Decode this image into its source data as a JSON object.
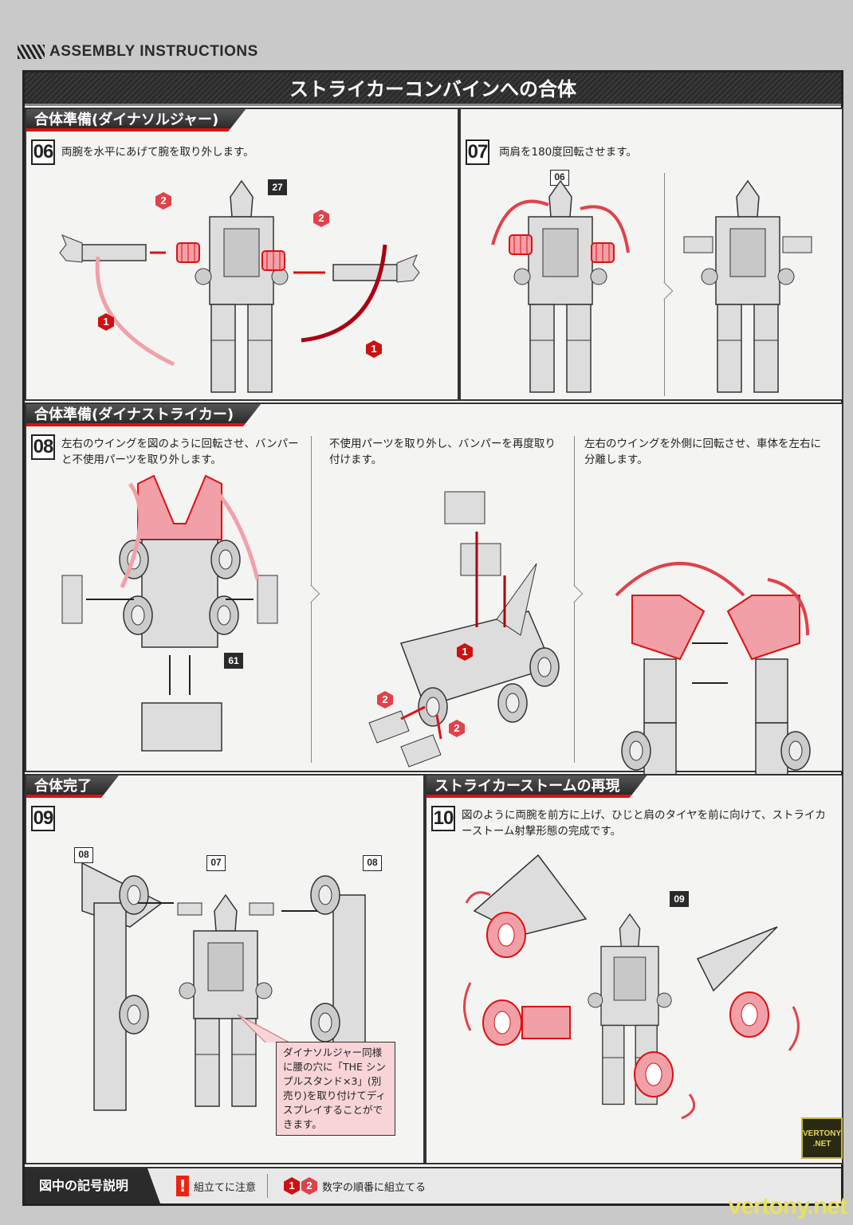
{
  "header": {
    "brand": "ASSEMBLY INSTRUCTIONS",
    "title": "ストライカーコンバインへの合体"
  },
  "sections": [
    {
      "title": "合体準備(ダイナソルジャー)"
    },
    {
      "title": "合体準備(ダイナストライカー)"
    },
    {
      "title": "合体完了"
    },
    {
      "title": "ストライカーストームの再現"
    }
  ],
  "steps": {
    "s06": {
      "no": "06",
      "text": "両腕を水平にあげて腕を取り外します。",
      "parts": [
        "27"
      ]
    },
    "s07": {
      "no": "07",
      "text": "両肩を180度回転させます。",
      "parts": [
        "06"
      ]
    },
    "s08": {
      "no": "08",
      "text_a": "左右のウイングを図のように回転させ、バンパーと不使用パーツを取り外します。",
      "text_b": "不使用パーツを取り外し、バンパーを再度取り付けます。",
      "text_c": "左右のウイングを外側に回転させ、車体を左右に分離します。",
      "parts": [
        "61"
      ]
    },
    "s09": {
      "no": "09",
      "parts": [
        "08",
        "07",
        "08"
      ],
      "note": "ダイナソルジャー同様に腰の穴に「THE シンプルスタンド×3」(別売り)を取り付けてディスプレイすることができます。"
    },
    "s10": {
      "no": "10",
      "text": "図のように両腕を前方に上げ、ひじと肩のタイヤを前に向けて、ストライカーストーム射撃形態の完成です。",
      "parts": [
        "09"
      ]
    }
  },
  "badges": {
    "one": "1",
    "two": "2"
  },
  "footer": {
    "title": "図中の記号説明",
    "caution_icon": "!",
    "caution": "組立てに注意",
    "order": "数字の順番に組立てる"
  },
  "watermark": {
    "site": "vertony.net",
    "logo": "VERTONY .NET"
  },
  "colors": {
    "accent": "#d11a1a",
    "highlight": "#f2a0a8",
    "panel": "#f4f4f2"
  }
}
